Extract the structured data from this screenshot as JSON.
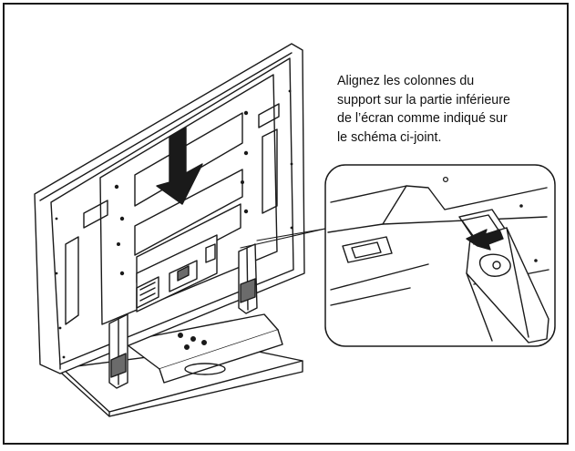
{
  "instruction": {
    "lines": [
      "Alignez les colonnes du",
      "support sur la partie inférieure",
      "de l’écran comme indiqué sur",
      "le schéma ci-joint."
    ]
  },
  "colors": {
    "line": "#1a1a1a",
    "fill": "#ffffff",
    "shade": "#6b6b6b"
  },
  "icons": [
    "down-arrow-icon",
    "insertion-arrow-icon"
  ]
}
